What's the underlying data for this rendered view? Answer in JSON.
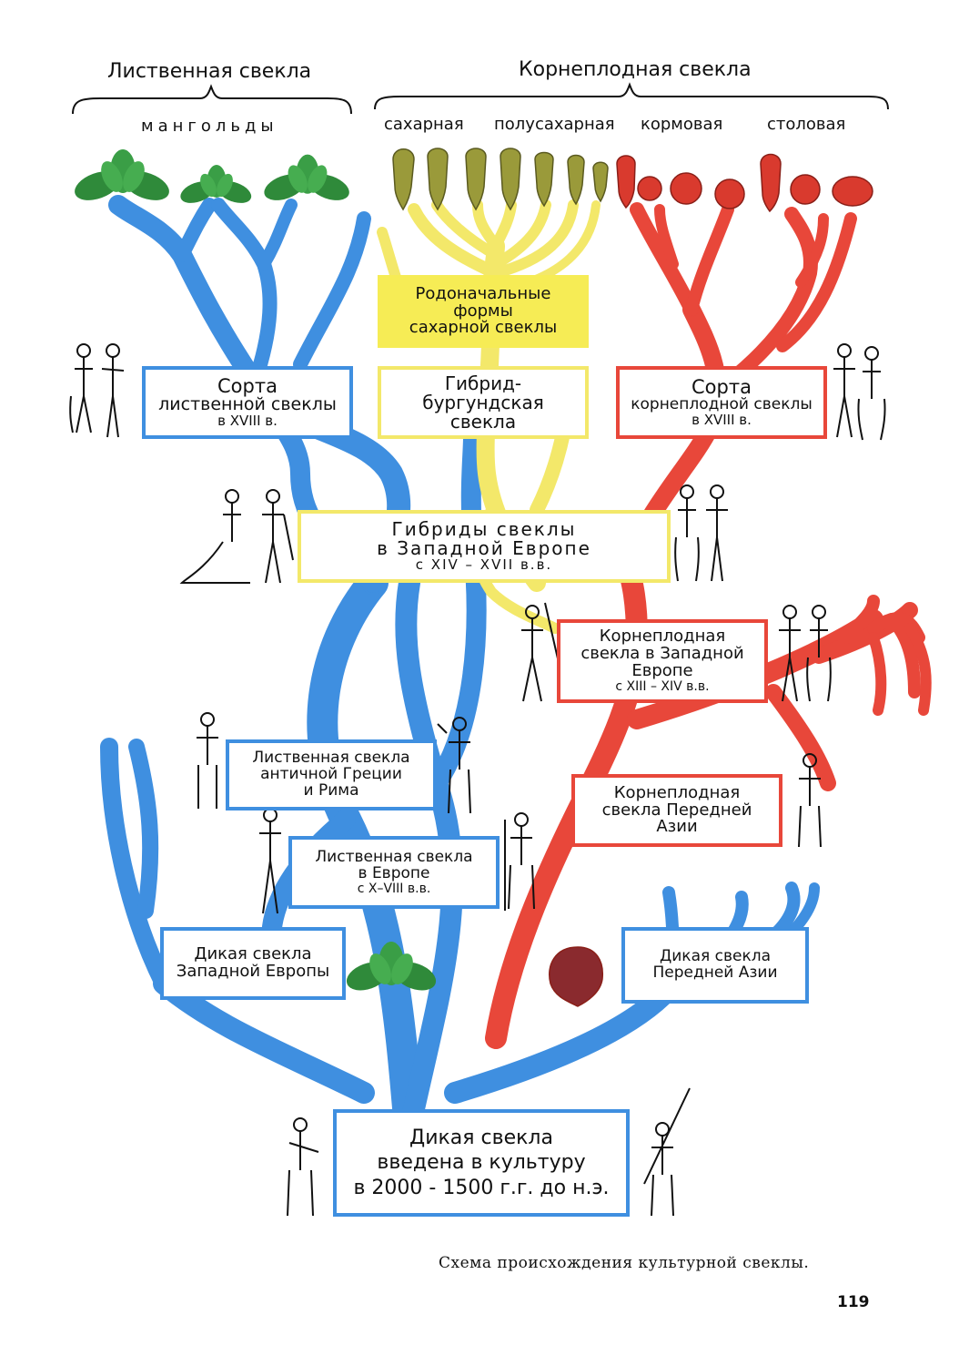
{
  "headers": {
    "leaf_beet": "Лиственная свекла",
    "root_beet": "Корнеплодная свекла",
    "chard": "мангольды",
    "sugar": "сахарная",
    "semi_sugar": "полусахарная",
    "fodder": "кормовая",
    "table": "столовая"
  },
  "boxes": {
    "ancestral": [
      "Родоначальные",
      "формы",
      "сахарной свеклы"
    ],
    "leaf_varieties": [
      "Сорта",
      "лиственной свеклы",
      "в XVIII в."
    ],
    "hybrid_burgundy": [
      "Гибрид-",
      "бургундская",
      "свекла"
    ],
    "root_varieties": [
      "Сорта",
      "корнеплодной свеклы",
      "в XVIII в."
    ],
    "hybrids_west": [
      "Гибриды свеклы",
      "в Западной Европе",
      "с XIV – XVII в.в."
    ],
    "root_west": [
      "Корнеплодная",
      "свекла в Западной",
      "Европе",
      "с XIII – XIV в.в."
    ],
    "leaf_ancient": [
      "Лиственная свекла",
      "античной Греции",
      "и Рима"
    ],
    "root_near_east": [
      "Корнеплодная",
      "свекла Передней",
      "Азии"
    ],
    "leaf_europe": [
      "Лиственная свекла",
      "в Европе",
      "с X–VIII в.в."
    ],
    "wild_west": [
      "Дикая свекла",
      "Западной Европы"
    ],
    "wild_near_east": [
      "Дикая свекла",
      "Передней Азии"
    ],
    "wild_culture": [
      "Дикая свекла",
      "введена в культуру",
      "в 2000 - 1500 г.г. до н.э."
    ]
  },
  "caption": "Схема происхождения культурной свеклы.",
  "page_number": "119",
  "colors": {
    "leaf_branch": "#3f8fe0",
    "sugar_branch": "#f3e86a",
    "root_branch": "#e8473a",
    "sugar_root": "#9a9a3a",
    "red_root": "#d93a2e",
    "leaf_green": "#2f8a3a"
  },
  "icons": {
    "leaf": "leaf-rosette-icon",
    "sugar_root": "sugar-beet-root-icon",
    "red_root": "red-beet-root-icon",
    "people": "historical-figure-icon"
  }
}
